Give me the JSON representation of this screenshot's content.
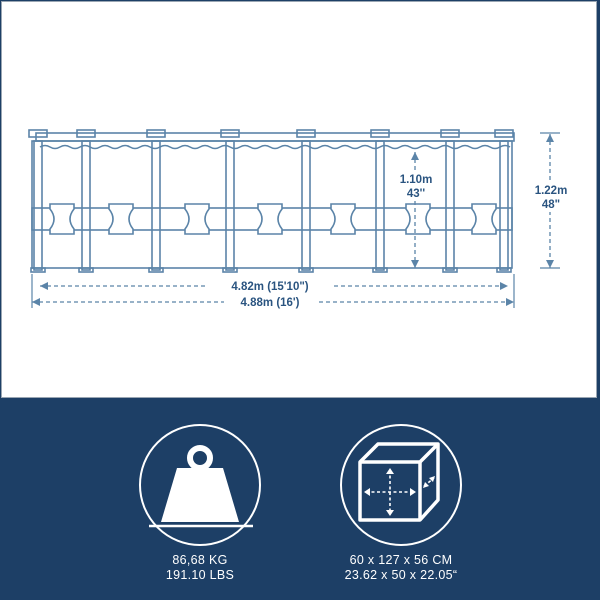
{
  "diagram": {
    "inner_width": {
      "metric": "4.82m",
      "imperial": "(15'10\")"
    },
    "outer_width": {
      "metric": "4.88m",
      "imperial": "(16')"
    },
    "water_height": {
      "metric": "1.10m",
      "imperial": "43''"
    },
    "wall_height": {
      "metric": "1.22m",
      "imperial": "48\""
    }
  },
  "specs": {
    "weight": {
      "icon": "weight-icon",
      "line1": "86,68 KG",
      "line2": "191.10 LBS"
    },
    "package": {
      "icon": "box-dimensions-icon",
      "line1": "60 x 127 x 56 CM",
      "line2": "23.62 x 50 x 22.05“"
    }
  },
  "colors": {
    "line": "#5b84a8",
    "label": "#2a5480",
    "bottom_bg": "#1d3f66",
    "icon_stroke": "#ffffff"
  }
}
